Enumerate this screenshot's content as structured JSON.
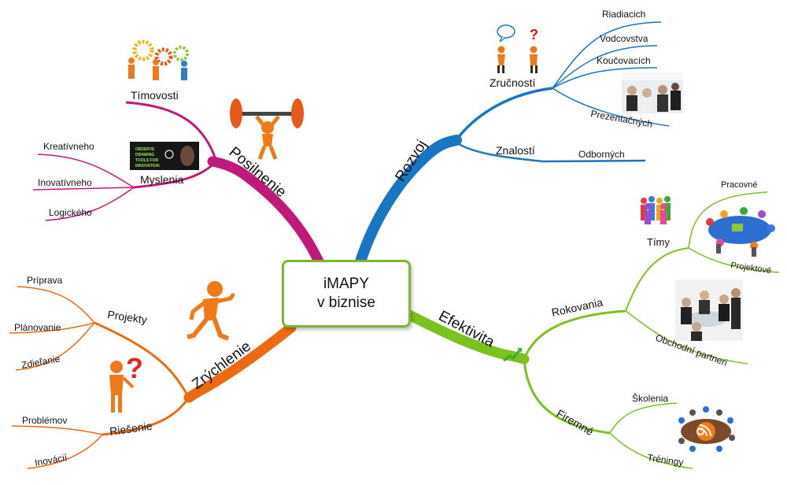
{
  "center": {
    "line1": "iMAPY",
    "line2": "v biznise"
  },
  "colors": {
    "rozvoj": "#1a75c2",
    "posilnenie": "#c0197a",
    "zrychlenie": "#ec6a11",
    "efektivita": "#7cc21f",
    "center_border": "#7cb82f"
  },
  "rozvoj": {
    "label": "Rozvoj",
    "zrucnosti": {
      "label": "Zručností",
      "items": [
        "Riadiacich",
        "Vodcovstva",
        "Koučovacích",
        "Prezentačných"
      ]
    },
    "znalosti": {
      "label": "Znalostí",
      "items": [
        "Odborných"
      ]
    }
  },
  "posilnenie": {
    "label": "Posilnenie",
    "timovosti": {
      "label": "Tímovosti"
    },
    "myslenia": {
      "label": "Myslenia",
      "items": [
        "Kreatívneho",
        "Inovatívneho",
        "Logického"
      ],
      "image_text": "OBSERVE DRAWING TOOLS FOR INNOVATION"
    }
  },
  "zrychlenie": {
    "label": "Zrýchlenie",
    "projekty": {
      "label": "Projekty",
      "items": [
        "Príprava",
        "Plánovanie",
        "Zdieľanie"
      ]
    },
    "riesenie": {
      "label": "Riešenie",
      "items": [
        "Problémov",
        "Inovácií"
      ]
    }
  },
  "efektivita": {
    "label": "Efektivita",
    "rokovania": {
      "label": "Rokovania",
      "timy": {
        "label": "Tímy",
        "items": [
          "Pracovné",
          "Projektové"
        ]
      },
      "items": [
        "Obchodní partneri"
      ]
    },
    "firemne": {
      "label": "Firemné",
      "items": [
        "Školenia",
        "Tréningy"
      ]
    }
  }
}
